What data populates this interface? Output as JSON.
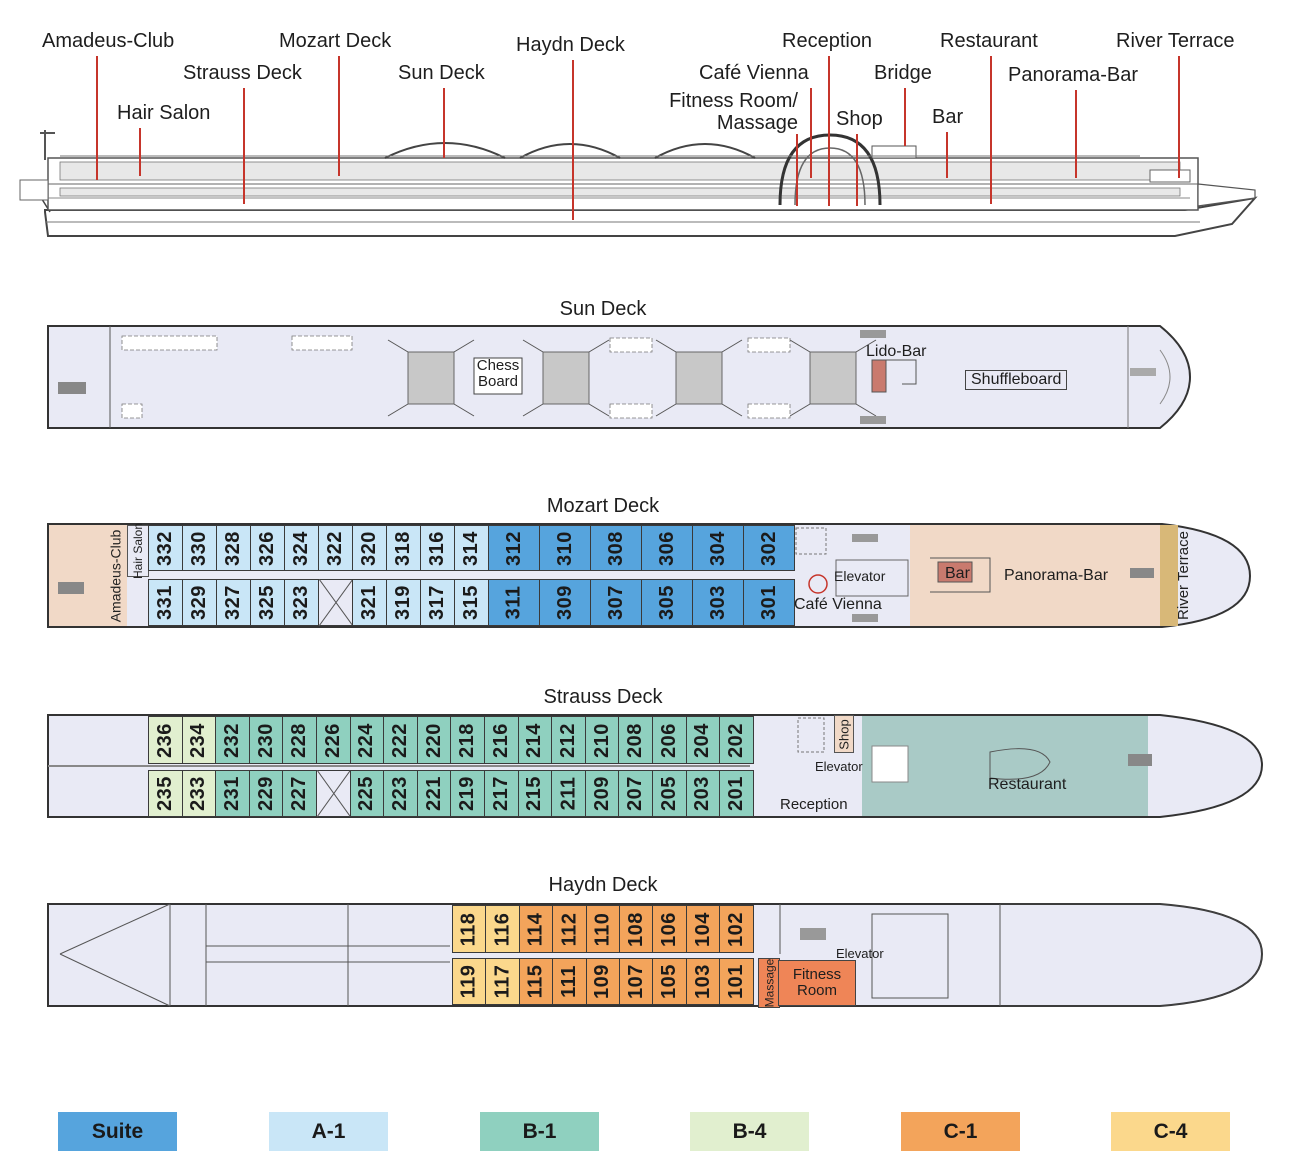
{
  "profile_labels": {
    "amadeus_club": "Amadeus-Club",
    "hair_salon": "Hair Salon",
    "strauss_deck": "Strauss Deck",
    "mozart_deck": "Mozart Deck",
    "sun_deck": "Sun Deck",
    "haydn_deck": "Haydn Deck",
    "cafe_vienna": "Café Vienna",
    "reception": "Reception",
    "fitness": "Fitness Room/\nMassage",
    "shop": "Shop",
    "bridge": "Bridge",
    "bar": "Bar",
    "restaurant": "Restaurant",
    "panorama_bar": "Panorama-Bar",
    "river_terrace": "River Terrace"
  },
  "sun_deck": {
    "title": "Sun Deck",
    "chess_board": "Chess\nBoard",
    "lido_bar": "Lido-Bar",
    "shuffleboard": "Shuffleboard"
  },
  "mozart_deck": {
    "title": "Mozart Deck",
    "amadeus_club": "Amadeus-Club",
    "hair_salon": "Hair Salon",
    "top_row": [
      "332",
      "330",
      "328",
      "326",
      "324",
      "322",
      "320",
      "318",
      "316",
      "314",
      "312",
      "310",
      "308",
      "306",
      "304",
      "302"
    ],
    "bottom_row": [
      "331",
      "329",
      "327",
      "325",
      "323",
      "",
      "321",
      "319",
      "317",
      "315",
      "311",
      "309",
      "307",
      "305",
      "303",
      "301"
    ],
    "elevator": "Elevator",
    "cafe_vienna": "Café Vienna",
    "bar": "Bar",
    "panorama_bar": "Panorama-Bar",
    "river_terrace": "River Terrace"
  },
  "strauss_deck": {
    "title": "Strauss Deck",
    "top_row": [
      "236",
      "234",
      "232",
      "230",
      "228",
      "226",
      "224",
      "222",
      "220",
      "218",
      "216",
      "214",
      "212",
      "210",
      "208",
      "206",
      "204",
      "202"
    ],
    "bottom_row": [
      "235",
      "233",
      "231",
      "229",
      "227",
      "",
      "225",
      "223",
      "221",
      "219",
      "217",
      "215",
      "211",
      "209",
      "207",
      "205",
      "203",
      "201"
    ],
    "shop": "Shop",
    "elevator": "Elevator",
    "reception": "Reception",
    "restaurant": "Restaurant"
  },
  "haydn_deck": {
    "title": "Haydn Deck",
    "top_row": [
      "118",
      "116",
      "114",
      "112",
      "110",
      "108",
      "106",
      "104",
      "102"
    ],
    "bottom_row": [
      "119",
      "117",
      "115",
      "111",
      "109",
      "107",
      "105",
      "103",
      "101"
    ],
    "massage": "Massage",
    "elevator": "Elevator",
    "fitness_room": "Fitness\nRoom"
  },
  "legend": [
    {
      "label": "Suite",
      "color": "#56a4dd"
    },
    {
      "label": "A-1",
      "color": "#c9e6f7"
    },
    {
      "label": "B-1",
      "color": "#8fd0bf"
    },
    {
      "label": "B-4",
      "color": "#e1efcf"
    },
    {
      "label": "C-1",
      "color": "#f3a45b"
    },
    {
      "label": "C-4",
      "color": "#fbd88c"
    }
  ],
  "colors": {
    "suite": "#56a4dd",
    "a1": "#c9e6f7",
    "b1": "#8fd0bf",
    "b4": "#e1efcf",
    "c1": "#f3a45b",
    "c4": "#fbd88c",
    "deck_bg": "#e9eaf5",
    "club_bg": "#f1d9c7",
    "restaurant_bg": "#a9cac6",
    "fitness_bg": "#ef8557",
    "leader": "#c6352b"
  }
}
